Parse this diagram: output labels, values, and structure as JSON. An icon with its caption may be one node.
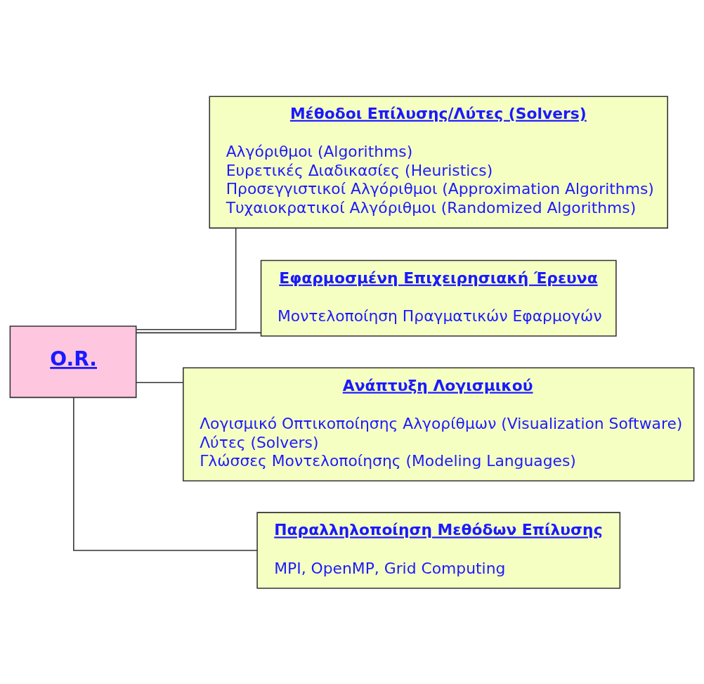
{
  "diagram": {
    "nodes": [
      {
        "text": [
          "O.R."
        ]
      },
      {
        "text": [
          "Μέθοδοι Επίλυσης/Λύτες (Solvers)",
          "Αλγόριθμοι (Algorithms)",
          "Ευρετικές Διαδικασίες (Heuristics)",
          "Προσεγγιστικοί Αλγόριθμοι (Approximation Algorithms)",
          "Τυχαιοκρατικοί Αλγόριθμοι (Randomized Algorithms)"
        ]
      },
      {
        "text": [
          "Εφαρμοσμένη Επιχειρησιακή Έρευνα",
          "Μοντελοποίηση Πραγματικών Εφαρμογών"
        ]
      },
      {
        "text": [
          "Ανάπτυξη Λογισμικού",
          "Λογισμικό Οπτικοποίησης Αλγορίθμων (Visualization Software)",
          "Λύτες (Solvers)",
          "Γλώσσες Μοντελοποίησης (Modeling Languages)"
        ]
      },
      {
        "text": [
          "Παραλληλοποίηση Μεθόδων Επίλυσης",
          "MPI, OpenMP, Grid Computing"
        ]
      }
    ],
    "edges": [
      {
        "from": 0,
        "to": 1,
        "arrow": "none"
      },
      {
        "from": 0,
        "to": 2,
        "arrow": "none"
      },
      {
        "from": 0,
        "to": 3,
        "arrow": "none"
      },
      {
        "from": 0,
        "to": 4,
        "arrow": "none"
      }
    ]
  }
}
